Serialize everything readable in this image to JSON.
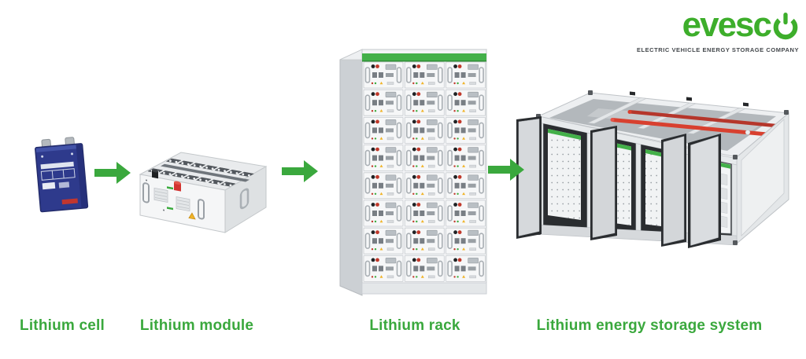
{
  "logo": {
    "name": "evesco",
    "brand_text": "evesc",
    "power_icon": "power-icon",
    "tagline": "ELECTRIC VEHICLE ENERGY STORAGE COMPANY",
    "brand_color": "#3dae2b",
    "tagline_color": "#44484c"
  },
  "flow": {
    "direction": "left-to-right",
    "arrow_icon": "arrow-right-icon",
    "arrow_color": "#3aa83d",
    "label_color": "#3aa83d",
    "stages": [
      {
        "id": "lithium-cell",
        "label": "Lithium cell",
        "illustration": "blue prismatic battery cell with two terminals"
      },
      {
        "id": "lithium-module",
        "label": "Lithium module",
        "illustration": "white battery module box with exposed cells on top"
      },
      {
        "id": "lithium-rack",
        "label": "Lithium rack",
        "illustration": "cabinet rack with green top strip and 8x3 battery modules"
      },
      {
        "id": "lithium-energy-storage-system",
        "label": "Lithium energy storage system",
        "illustration": "container with open doors, battery racks, red pipes and PCS cabinet"
      }
    ]
  },
  "colors": {
    "background": "#ffffff",
    "accent_green": "#43b049",
    "cell_blue": "#2e3a8c",
    "terminal_red": "#d23430",
    "pipe_red": "#d8402f",
    "panel_white": "#f4f5f6",
    "frame_gray": "#c3c7ca",
    "door_dark": "#2a2d30"
  }
}
